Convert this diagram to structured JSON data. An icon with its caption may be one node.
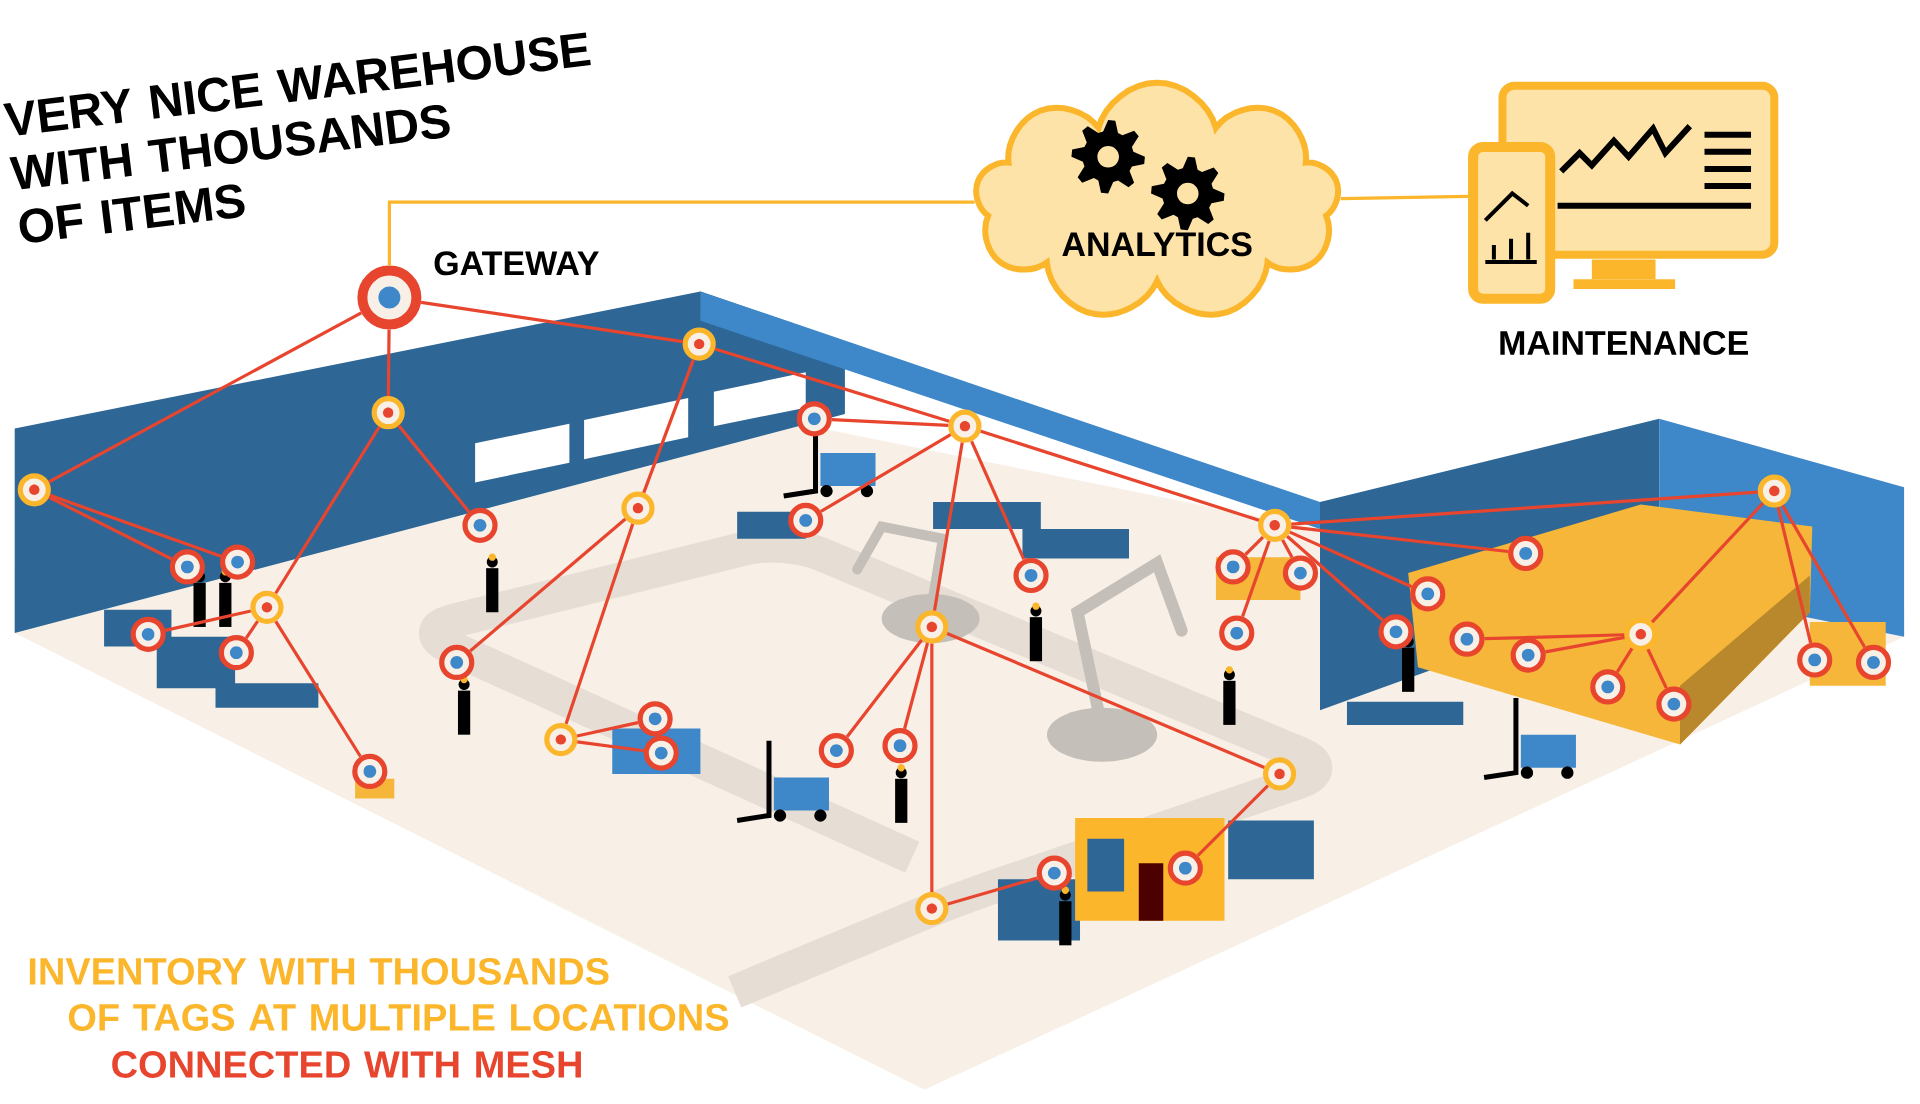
{
  "diagram": {
    "title": "VERY NICE WAREHOUSE WITH THOUSANDS OF ITEMS",
    "nodes": [
      {
        "text": [],
        "shape": "circle",
        "beside": [
          "GATEWAY"
        ]
      },
      {
        "text": [
          "ANALYTICS"
        ]
      },
      {
        "text": [
          "MAINTENANCE"
        ]
      },
      {
        "text": [],
        "shape": "circle"
      },
      {
        "text": [],
        "shape": "circle"
      },
      {
        "text": [],
        "shape": "circle"
      },
      {
        "text": [],
        "shape": "circle"
      },
      {
        "text": [],
        "shape": "circle"
      },
      {
        "text": [],
        "shape": "circle"
      },
      {
        "text": [],
        "shape": "circle"
      },
      {
        "text": [],
        "shape": "circle"
      },
      {
        "text": [],
        "shape": "circle"
      },
      {
        "text": [],
        "shape": "circle"
      },
      {
        "text": [],
        "shape": "circle"
      },
      {
        "text": [],
        "shape": "circle"
      },
      {
        "text": [],
        "shape": "circle"
      },
      {
        "text": [],
        "shape": "circle"
      },
      {
        "text": [],
        "shape": "circle"
      },
      {
        "text": [],
        "shape": "circle"
      },
      {
        "text": [],
        "shape": "circle"
      },
      {
        "text": [],
        "shape": "circle"
      },
      {
        "text": [],
        "shape": "circle"
      },
      {
        "text": [],
        "shape": "circle"
      },
      {
        "text": [],
        "shape": "circle"
      },
      {
        "text": [],
        "shape": "circle"
      },
      {
        "text": [],
        "shape": "circle"
      },
      {
        "text": [],
        "shape": "circle"
      },
      {
        "text": [],
        "shape": "circle"
      },
      {
        "text": [],
        "shape": "circle"
      },
      {
        "text": [],
        "shape": "circle"
      },
      {
        "text": [],
        "shape": "circle"
      },
      {
        "text": [],
        "shape": "circle"
      },
      {
        "text": [],
        "shape": "circle"
      },
      {
        "text": [],
        "shape": "circle"
      },
      {
        "text": [],
        "shape": "circle"
      },
      {
        "text": [],
        "shape": "circle"
      },
      {
        "text": [],
        "shape": "circle"
      },
      {
        "text": [],
        "shape": "circle"
      },
      {
        "text": [],
        "shape": "circle"
      },
      {
        "text": [],
        "shape": "circle"
      },
      {
        "text": [],
        "shape": "circle"
      },
      {
        "text": [],
        "shape": "circle"
      },
      {
        "text": [],
        "shape": "circle"
      },
      {
        "text": [],
        "shape": "circle"
      }
    ],
    "edges": [
      {
        "from": 0,
        "to": 1,
        "arrow": "none",
        "color": "#fbb62b"
      },
      {
        "from": 1,
        "to": 2,
        "arrow": "none",
        "color": "#fbb62b"
      },
      {
        "from": 0,
        "to": 3,
        "arrow": "none"
      },
      {
        "from": 0,
        "to": 4,
        "arrow": "none"
      },
      {
        "from": 0,
        "to": 5,
        "arrow": "none"
      },
      {
        "from": 3,
        "to": 16,
        "arrow": "none"
      },
      {
        "from": 3,
        "to": 17,
        "arrow": "none"
      },
      {
        "from": 4,
        "to": 6,
        "arrow": "none"
      },
      {
        "from": 4,
        "to": 21,
        "arrow": "none"
      },
      {
        "from": 6,
        "to": 18,
        "arrow": "none"
      },
      {
        "from": 6,
        "to": 19,
        "arrow": "none"
      },
      {
        "from": 6,
        "to": 20,
        "arrow": "none"
      },
      {
        "from": 5,
        "to": 7,
        "arrow": "none"
      },
      {
        "from": 5,
        "to": 8,
        "arrow": "none"
      },
      {
        "from": 7,
        "to": 22,
        "arrow": "none"
      },
      {
        "from": 7,
        "to": 11,
        "arrow": "none"
      },
      {
        "from": 11,
        "to": 23,
        "arrow": "none"
      },
      {
        "from": 11,
        "to": 24,
        "arrow": "none"
      },
      {
        "from": 8,
        "to": 25,
        "arrow": "none"
      },
      {
        "from": 8,
        "to": 26,
        "arrow": "none"
      },
      {
        "from": 8,
        "to": 10,
        "arrow": "none"
      },
      {
        "from": 8,
        "to": 27,
        "arrow": "none"
      },
      {
        "from": 8,
        "to": 9,
        "arrow": "none"
      },
      {
        "from": 10,
        "to": 28,
        "arrow": "none"
      },
      {
        "from": 10,
        "to": 29,
        "arrow": "none"
      },
      {
        "from": 10,
        "to": 13,
        "arrow": "none"
      },
      {
        "from": 10,
        "to": 12,
        "arrow": "none"
      },
      {
        "from": 13,
        "to": 30,
        "arrow": "none"
      },
      {
        "from": 12,
        "to": 31,
        "arrow": "none"
      },
      {
        "from": 9,
        "to": 32,
        "arrow": "none"
      },
      {
        "from": 9,
        "to": 33,
        "arrow": "none"
      },
      {
        "from": 9,
        "to": 34,
        "arrow": "none"
      },
      {
        "from": 9,
        "to": 35,
        "arrow": "none"
      },
      {
        "from": 9,
        "to": 36,
        "arrow": "none"
      },
      {
        "from": 9,
        "to": 37,
        "arrow": "none"
      },
      {
        "from": 9,
        "to": 14,
        "arrow": "none"
      },
      {
        "from": 14,
        "to": 15,
        "arrow": "none"
      },
      {
        "from": 14,
        "to": 42,
        "arrow": "none"
      },
      {
        "from": 14,
        "to": 43,
        "arrow": "none"
      },
      {
        "from": 15,
        "to": 38,
        "arrow": "none"
      },
      {
        "from": 15,
        "to": 39,
        "arrow": "none"
      },
      {
        "from": 15,
        "to": 40,
        "arrow": "none"
      },
      {
        "from": 15,
        "to": 41,
        "arrow": "none"
      }
    ],
    "labels": [
      "INVENTORY WITH THOUSANDS OF TAGS AT MULTIPLE LOCATIONS",
      "CONNECTED WITH MESH"
    ]
  }
}
